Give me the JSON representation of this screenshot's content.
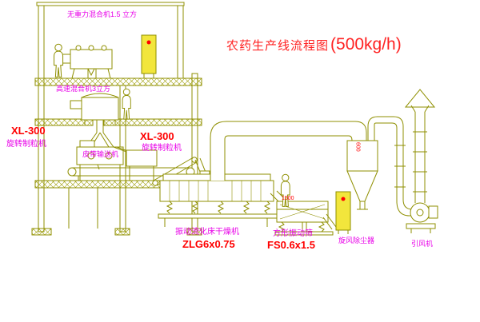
{
  "title": {
    "main": "农药生产线流程图",
    "capacity": "(500kg/h)"
  },
  "labels": {
    "gravity_mixer": "无重力混合机1.5 立方",
    "high_speed_mixer": "高速混合机3立方",
    "granulator_left_model": "XL-300",
    "granulator_left_name": "旋转制粒机",
    "granulator_mid_model": "XL-300",
    "granulator_mid_name": "旋转制粒机",
    "belt_conveyor": "皮带输送机",
    "fluid_bed_dryer": "振动流化床干燥机",
    "fluid_bed_dryer_model": "ZLG6x0.75",
    "vibrating_sieve": "方形振动筛",
    "vibrating_sieve_model": "FS0.6x1.5",
    "cyclone": "旋风除尘器",
    "fan": "引风机"
  },
  "annotations": {
    "sieve_dim": "1500",
    "duct_dim": "600"
  },
  "colors": {
    "line": "#8f8f00",
    "label": "#e800e8",
    "model": "#ff0000",
    "title": "#ff2222",
    "cabinet_fill": "#f2e63c",
    "indicator": "#ff0000",
    "background": "#ffffff"
  }
}
